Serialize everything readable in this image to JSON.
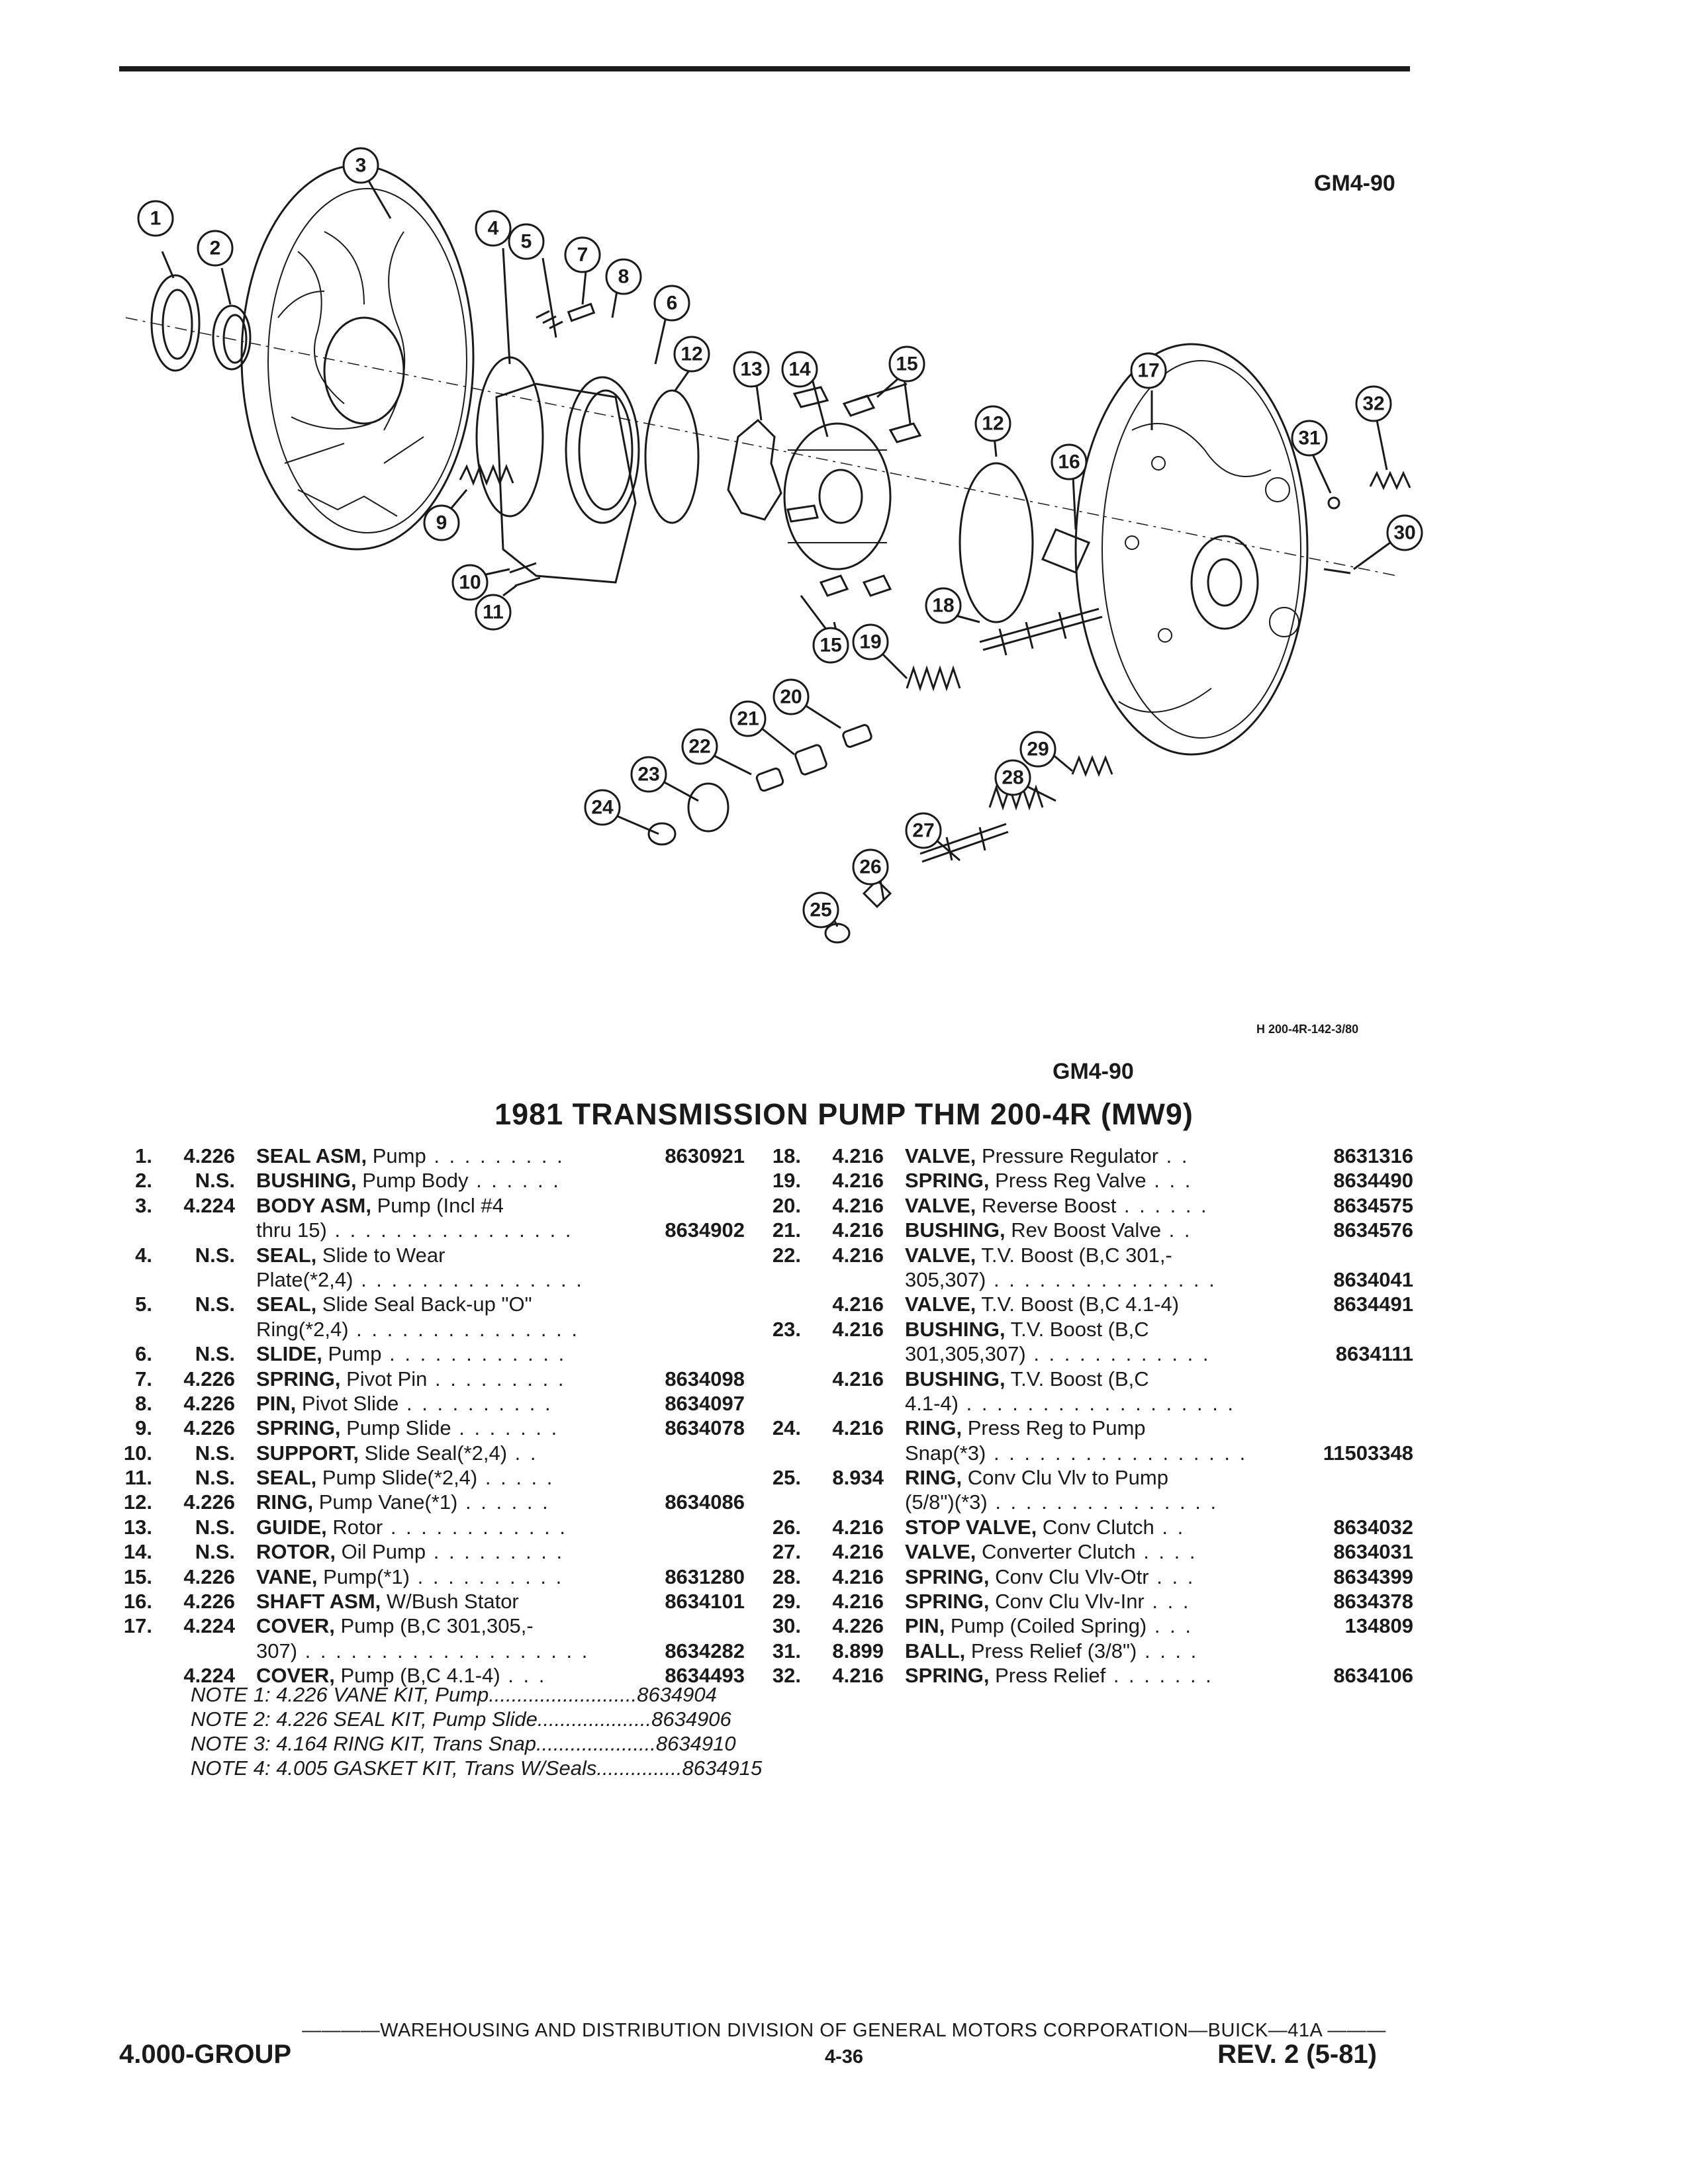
{
  "header": {
    "figure_ref_top": "GM4-90"
  },
  "diagram": {
    "small_ref": "H 200-4R-142-3/80",
    "callouts": [
      "1",
      "2",
      "3",
      "4",
      "5",
      "7",
      "8",
      "6",
      "12",
      "13",
      "14",
      "15",
      "12",
      "16",
      "17",
      "32",
      "31",
      "30",
      "9",
      "10",
      "11",
      "18",
      "15",
      "19",
      "20",
      "21",
      "22",
      "23",
      "24",
      "29",
      "28",
      "27",
      "26",
      "25"
    ]
  },
  "figure_ref_bottom": "GM4-90",
  "title": "1981 TRANSMISSION PUMP THM 200-4R (MW9)",
  "left_rows": [
    {
      "num": "1.",
      "grp": "4.226",
      "name": "SEAL ASM,",
      "rest": " Pump",
      "dots": " . . . . . . . . . ",
      "part": "8630921"
    },
    {
      "num": "2.",
      "grp": "N.S.",
      "name": "BUSHING,",
      "rest": " Pump Body",
      "dots": " . . . . . .",
      "part": ""
    },
    {
      "num": "3.",
      "grp": "4.224",
      "name": "BODY ASM,",
      "rest": " Pump (Incl #4",
      "dots": "",
      "part": ""
    },
    {
      "num": "",
      "grp": "",
      "name": "",
      "rest": "thru 15)",
      "dots": " . . . . . . . . . . . . . . . . ",
      "part": "8634902"
    },
    {
      "num": "4.",
      "grp": "N.S.",
      "name": "SEAL,",
      "rest": " Slide to Wear",
      "dots": "",
      "part": ""
    },
    {
      "num": "",
      "grp": "",
      "name": "",
      "rest": "Plate(*2,4)",
      "dots": " . . . . . . . . . . . . . . .",
      "part": ""
    },
    {
      "num": "5.",
      "grp": "N.S.",
      "name": "SEAL,",
      "rest": " Slide Seal Back-up \"O\"",
      "dots": "",
      "part": ""
    },
    {
      "num": "",
      "grp": "",
      "name": "",
      "rest": "Ring(*2,4)",
      "dots": " . . . . . . . . . . . . . . .",
      "part": ""
    },
    {
      "num": "6.",
      "grp": "N.S.",
      "name": "SLIDE,",
      "rest": " Pump",
      "dots": " . . . . . . . . . . . .",
      "part": ""
    },
    {
      "num": "7.",
      "grp": "4.226",
      "name": "SPRING,",
      "rest": " Pivot Pin",
      "dots": " . . . . . . . . . ",
      "part": "8634098"
    },
    {
      "num": "8.",
      "grp": "4.226",
      "name": "PIN,",
      "rest": " Pivot Slide",
      "dots": " . . . . . . . . . . ",
      "part": "8634097"
    },
    {
      "num": "9.",
      "grp": "4.226",
      "name": "SPRING,",
      "rest": " Pump Slide",
      "dots": " . . . . . . . ",
      "part": "8634078"
    },
    {
      "num": "10.",
      "grp": "N.S.",
      "name": "SUPPORT,",
      "rest": " Slide Seal(*2,4)",
      "dots": " . .",
      "part": ""
    },
    {
      "num": "11.",
      "grp": "N.S.",
      "name": "SEAL,",
      "rest": " Pump Slide(*2,4)",
      "dots": " . . . . .",
      "part": ""
    },
    {
      "num": "12.",
      "grp": "4.226",
      "name": "RING,",
      "rest": " Pump Vane(*1)",
      "dots": " . . . . . . ",
      "part": "8634086"
    },
    {
      "num": "13.",
      "grp": "N.S.",
      "name": "GUIDE,",
      "rest": " Rotor",
      "dots": " . . . . . . . . . . . .",
      "part": ""
    },
    {
      "num": "14.",
      "grp": "N.S.",
      "name": "ROTOR,",
      "rest": " Oil Pump",
      "dots": " . . . . . . . . .",
      "part": ""
    },
    {
      "num": "15.",
      "grp": "4.226",
      "name": "VANE,",
      "rest": " Pump(*1)",
      "dots": " . . . . . . . . . . ",
      "part": "8631280"
    },
    {
      "num": "16.",
      "grp": "4.226",
      "name": "SHAFT ASM,",
      "rest": " W/Bush Stator",
      "dots": " ",
      "part": "8634101"
    },
    {
      "num": "17.",
      "grp": "4.224",
      "name": "COVER,",
      "rest": " Pump (B,C 301,305,-",
      "dots": "",
      "part": ""
    },
    {
      "num": "",
      "grp": "",
      "name": "",
      "rest": "307)",
      "dots": " . . . . . . . . . . . . . . . . . . . ",
      "part": "8634282"
    },
    {
      "num": "",
      "grp": "4.224",
      "name": "COVER,",
      "rest": " Pump (B,C 4.1-4)",
      "dots": " . . . ",
      "part": "8634493"
    }
  ],
  "right_rows": [
    {
      "num": "18.",
      "grp": "4.216",
      "name": "VALVE,",
      "rest": " Pressure Regulator",
      "dots": " . . ",
      "part": "8631316"
    },
    {
      "num": "19.",
      "grp": "4.216",
      "name": "SPRING,",
      "rest": " Press Reg Valve",
      "dots": " . . . ",
      "part": "8634490"
    },
    {
      "num": "20.",
      "grp": "4.216",
      "name": "VALVE,",
      "rest": " Reverse Boost",
      "dots": " . . . . . . ",
      "part": "8634575"
    },
    {
      "num": "21.",
      "grp": "4.216",
      "name": "BUSHING,",
      "rest": " Rev Boost Valve",
      "dots": " . . ",
      "part": "8634576"
    },
    {
      "num": "22.",
      "grp": "4.216",
      "name": "VALVE,",
      "rest": " T.V. Boost (B,C 301,-",
      "dots": "",
      "part": ""
    },
    {
      "num": "",
      "grp": "",
      "name": "",
      "rest": "305,307)",
      "dots": " . . . . . . . . . . . . . . . ",
      "part": "8634041"
    },
    {
      "num": "",
      "grp": "4.216",
      "name": "VALVE,",
      "rest": " T.V. Boost (B,C 4.1-4)",
      "dots": " ",
      "part": "8634491"
    },
    {
      "num": "23.",
      "grp": "4.216",
      "name": "BUSHING,",
      "rest": " T.V. Boost (B,C",
      "dots": "",
      "part": ""
    },
    {
      "num": "",
      "grp": "",
      "name": "",
      "rest": "301,305,307)",
      "dots": " . . . . . . . . . . . . ",
      "part": "8634111"
    },
    {
      "num": "",
      "grp": "4.216",
      "name": "BUSHING,",
      "rest": " T.V. Boost (B,C",
      "dots": "",
      "part": ""
    },
    {
      "num": "",
      "grp": "",
      "name": "",
      "rest": "4.1-4)",
      "dots": " . . . . . . . . . . . . . . . . . .",
      "part": ""
    },
    {
      "num": "24.",
      "grp": "4.216",
      "name": "RING,",
      "rest": " Press Reg to Pump",
      "dots": "",
      "part": ""
    },
    {
      "num": "",
      "grp": "",
      "name": "",
      "rest": "Snap(*3)",
      "dots": " . . . . . . . . . . . . . . . . .",
      "part": "11503348"
    },
    {
      "num": "25.",
      "grp": "8.934",
      "name": "RING,",
      "rest": " Conv Clu Vlv to Pump",
      "dots": "",
      "part": ""
    },
    {
      "num": "",
      "grp": "",
      "name": "",
      "rest": "(5/8\")(*3)",
      "dots": " . . . . . . . . . . . . . . .",
      "part": ""
    },
    {
      "num": "26.",
      "grp": "4.216",
      "name": "STOP VALVE,",
      "rest": " Conv Clutch",
      "dots": " . . ",
      "part": "8634032"
    },
    {
      "num": "27.",
      "grp": "4.216",
      "name": "VALVE,",
      "rest": " Converter Clutch",
      "dots": " . . . . ",
      "part": "8634031"
    },
    {
      "num": "28.",
      "grp": "4.216",
      "name": "SPRING,",
      "rest": " Conv Clu Vlv-Otr",
      "dots": " . . . ",
      "part": "8634399"
    },
    {
      "num": "29.",
      "grp": "4.216",
      "name": "SPRING,",
      "rest": " Conv Clu Vlv-Inr",
      "dots": " . . . ",
      "part": "8634378"
    },
    {
      "num": "30.",
      "grp": "4.226",
      "name": "PIN,",
      "rest": " Pump (Coiled Spring)",
      "dots": " . . . ",
      "part": "134809"
    },
    {
      "num": "31.",
      "grp": "8.899",
      "name": "BALL,",
      "rest": " Press Relief (3/8\")",
      "dots": " . . . .",
      "part": ""
    },
    {
      "num": "32.",
      "grp": "4.216",
      "name": "SPRING,",
      "rest": " Press Relief",
      "dots": " . . . . . . . ",
      "part": "8634106"
    }
  ],
  "notes": [
    "NOTE 1: 4.226 VANE KIT, Pump..........................8634904",
    "NOTE 2: 4.226 SEAL KIT, Pump Slide....................8634906",
    "NOTE 3: 4.164 RING KIT, Trans Snap.....................8634910",
    "NOTE 4: 4.005 GASKET KIT, Trans W/Seals...............8634915"
  ],
  "footer": {
    "line": "————WAREHOUSING AND DISTRIBUTION DIVISION OF GENERAL MOTORS CORPORATION—BUICK—41A ———",
    "group": "4.000-GROUP",
    "page": "4-36",
    "rev": "REV. 2 (5-81)"
  }
}
